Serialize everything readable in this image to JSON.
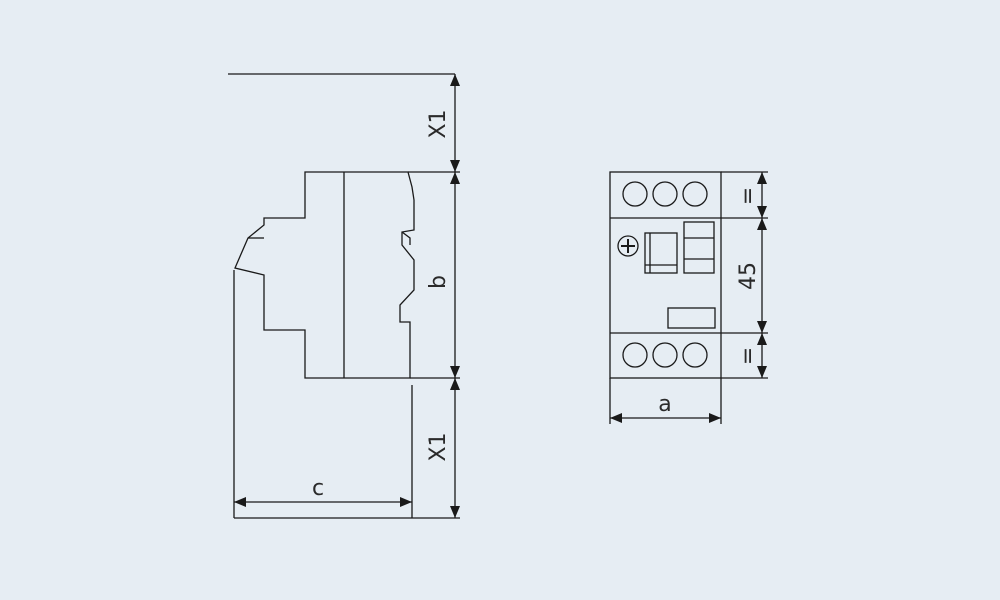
{
  "diagram": {
    "colors": {
      "background": "#e6edf3",
      "line": "#1a1a1a",
      "text": "#2a2a2a"
    },
    "side_view": {
      "label_x1_top": "X1",
      "label_b": "b",
      "label_x1_bottom": "X1",
      "label_c": "c"
    },
    "front_view": {
      "label_eq_top": "=",
      "label_45": "45",
      "label_eq_bottom": "=",
      "label_a": "a",
      "icons": [
        "plus-circle-icon"
      ]
    }
  }
}
